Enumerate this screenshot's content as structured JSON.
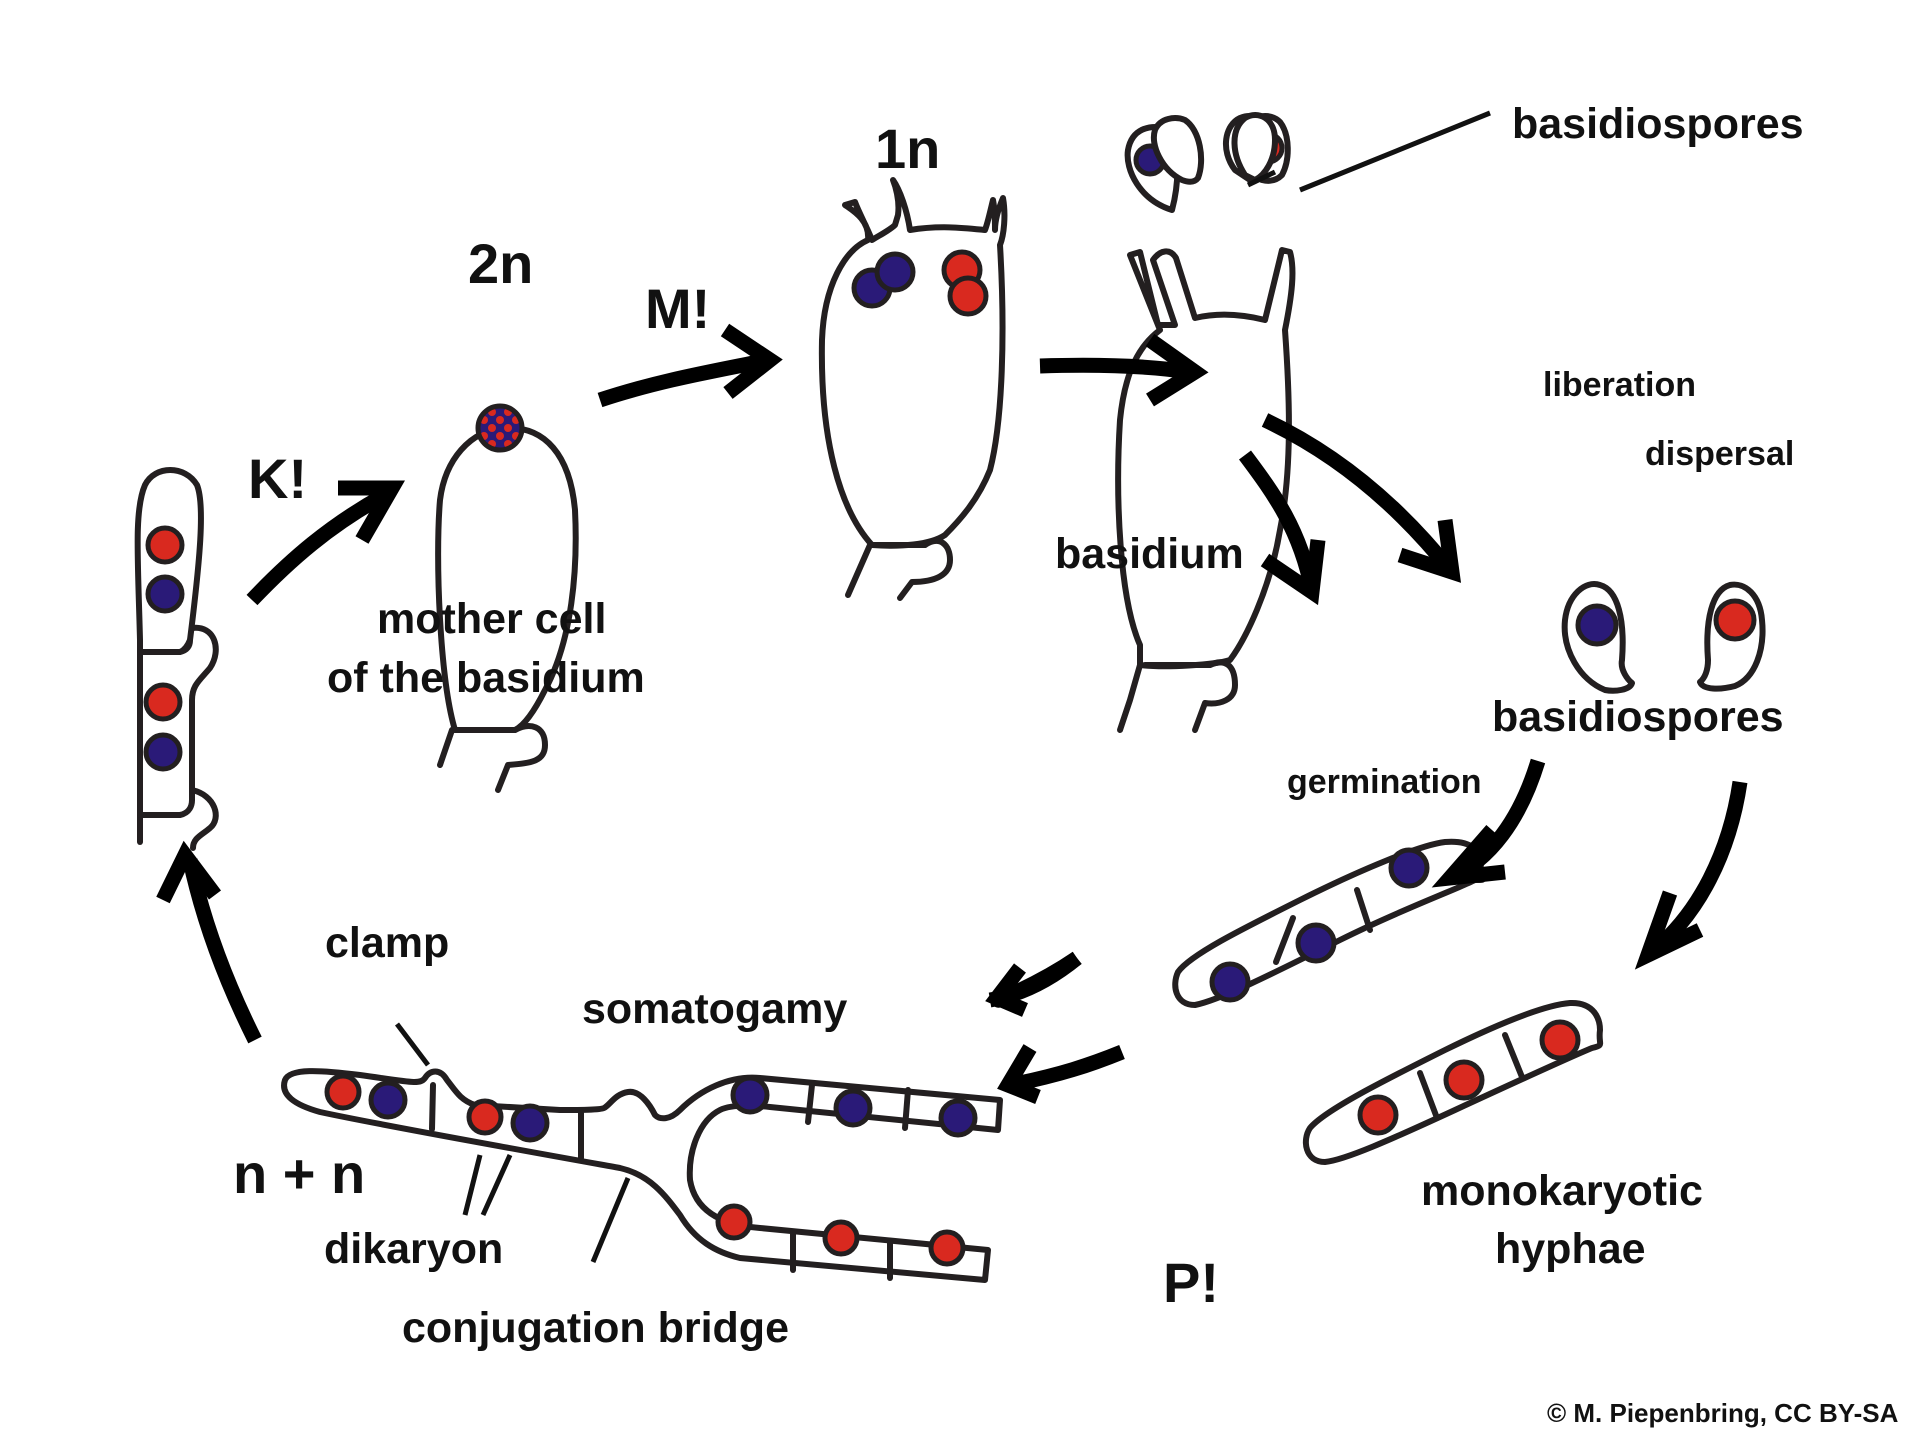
{
  "title": "Life cycle of Basidiomycota (dikaryotic hyphae, basidium, basidiospores)",
  "colors": {
    "nucleus_a": "#2a1a78",
    "nucleus_b": "#d9291f",
    "outline": "#231f20",
    "background": "#ffffff"
  },
  "labels": {
    "ploidy_2n": "2n",
    "ploidy_1n": "1n",
    "karyogamy": "K!",
    "meiosis": "M!",
    "plasmogamy": "P!",
    "n_plus_n": "n + n",
    "mother_cell_line1": "mother cell",
    "mother_cell_line2": "of the basidium",
    "basidium": "basidium",
    "basidiospores_top": "basidiospores",
    "basidiospores_mid": "basidiospores",
    "liberation": "liberation",
    "dispersal": "dispersal",
    "germination": "germination",
    "clamp": "clamp",
    "somatogamy": "somatogamy",
    "dikaryon": "dikaryon",
    "conjugation_bridge": "conjugation bridge",
    "monokaryotic_line1": "monokaryotic",
    "monokaryotic_line2": "hyphae",
    "copyright": "© M. Piepenbring, CC BY-SA"
  },
  "stages": [
    {
      "id": "dikaryotic-hypha-tip",
      "nuclei": [
        "b",
        "a",
        "b",
        "a"
      ]
    },
    {
      "id": "basidium-mother-cell",
      "ploidy": "2n",
      "nuclei": [
        "fused"
      ]
    },
    {
      "id": "young-basidium",
      "ploidy": "1n",
      "nuclei": [
        "a",
        "a",
        "b",
        "b"
      ]
    },
    {
      "id": "mature-basidium",
      "nuclei": [
        "a",
        "a",
        "b",
        "b"
      ]
    },
    {
      "id": "free-basidiospores",
      "nuclei": [
        "a",
        "b"
      ]
    },
    {
      "id": "monokaryotic-hypha-a",
      "nuclei": [
        "a",
        "a",
        "a"
      ]
    },
    {
      "id": "monokaryotic-hypha-b",
      "nuclei": [
        "b",
        "b",
        "b"
      ]
    },
    {
      "id": "dikaryotic-mycelium",
      "nuclei": [
        "b",
        "a",
        "b",
        "a",
        "a",
        "a",
        "a",
        "b",
        "b",
        "b"
      ]
    }
  ]
}
